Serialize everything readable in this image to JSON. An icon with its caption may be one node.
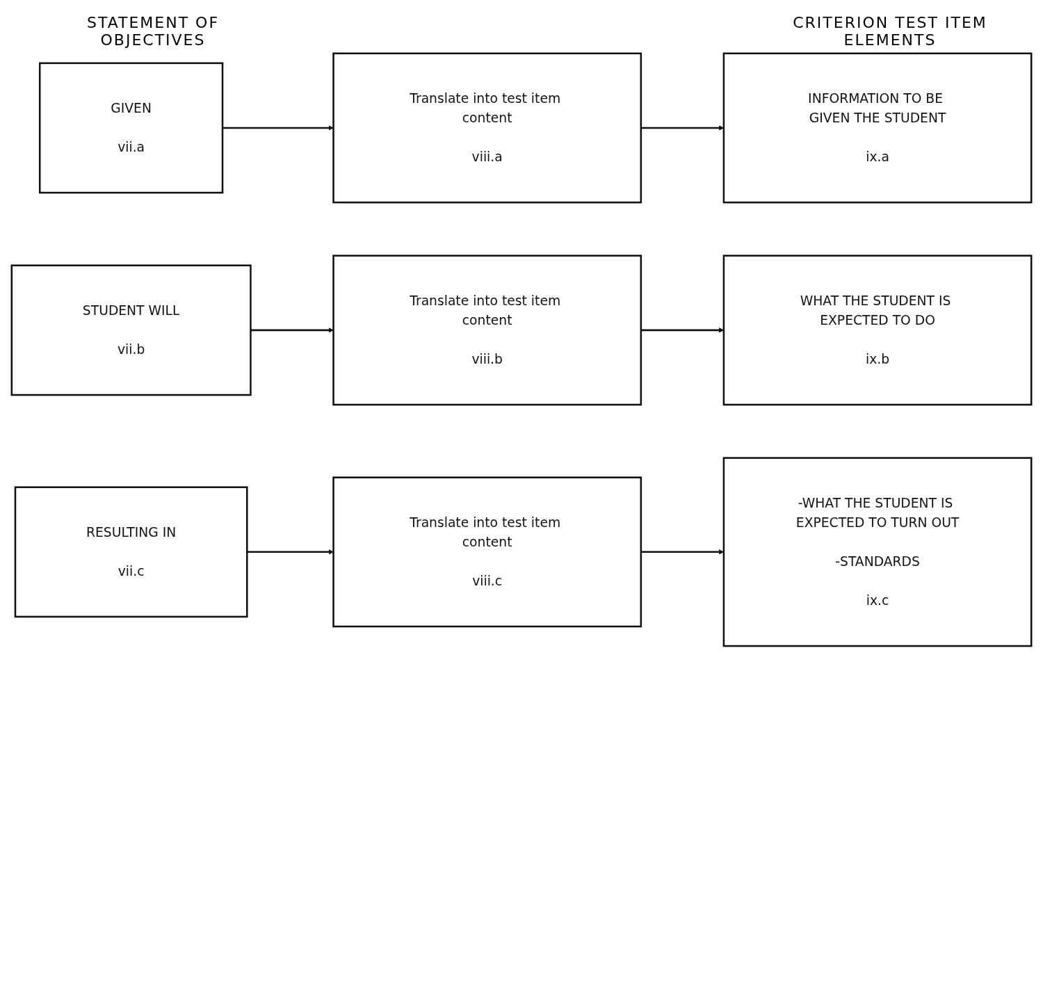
{
  "diagram": {
    "nodes": [
      {
        "text": [
          "GIVEN",
          "vii.a"
        ]
      },
      {
        "text": [
          "Translate into test item content",
          "viii.a"
        ]
      },
      {
        "text": [
          "INFORMATION TO BE GIVEN THE STUDENT",
          "ix.a"
        ]
      },
      {
        "text": [
          "STUDENT WILL",
          "vii.b"
        ]
      },
      {
        "text": [
          "Translate into test item content",
          "viii.b"
        ]
      },
      {
        "text": [
          "WHAT THE STUDENT IS EXPECTED TO DO",
          "ix.b"
        ]
      },
      {
        "text": [
          "RESULTING IN",
          "vii.c"
        ]
      },
      {
        "text": [
          "Translate into test item content",
          "viii.c"
        ]
      },
      {
        "text": [
          "-WHAT THE STUDENT IS EXPECTED TO TURN OUT",
          "-STANDARDS",
          "ix.c"
        ]
      }
    ],
    "edges": [
      {
        "from": 0,
        "to": 1,
        "arrow": "to"
      },
      {
        "from": 1,
        "to": 2,
        "arrow": "to"
      },
      {
        "from": 3,
        "to": 4,
        "arrow": "to"
      },
      {
        "from": 4,
        "to": 5,
        "arrow": "to"
      },
      {
        "from": 6,
        "to": 7,
        "arrow": "to"
      },
      {
        "from": 7,
        "to": 8,
        "arrow": "to"
      }
    ],
    "labels": [
      "STATEMENT OF OBJECTIVES",
      "CRITERION TEST ITEM ELEMENTS"
    ]
  }
}
